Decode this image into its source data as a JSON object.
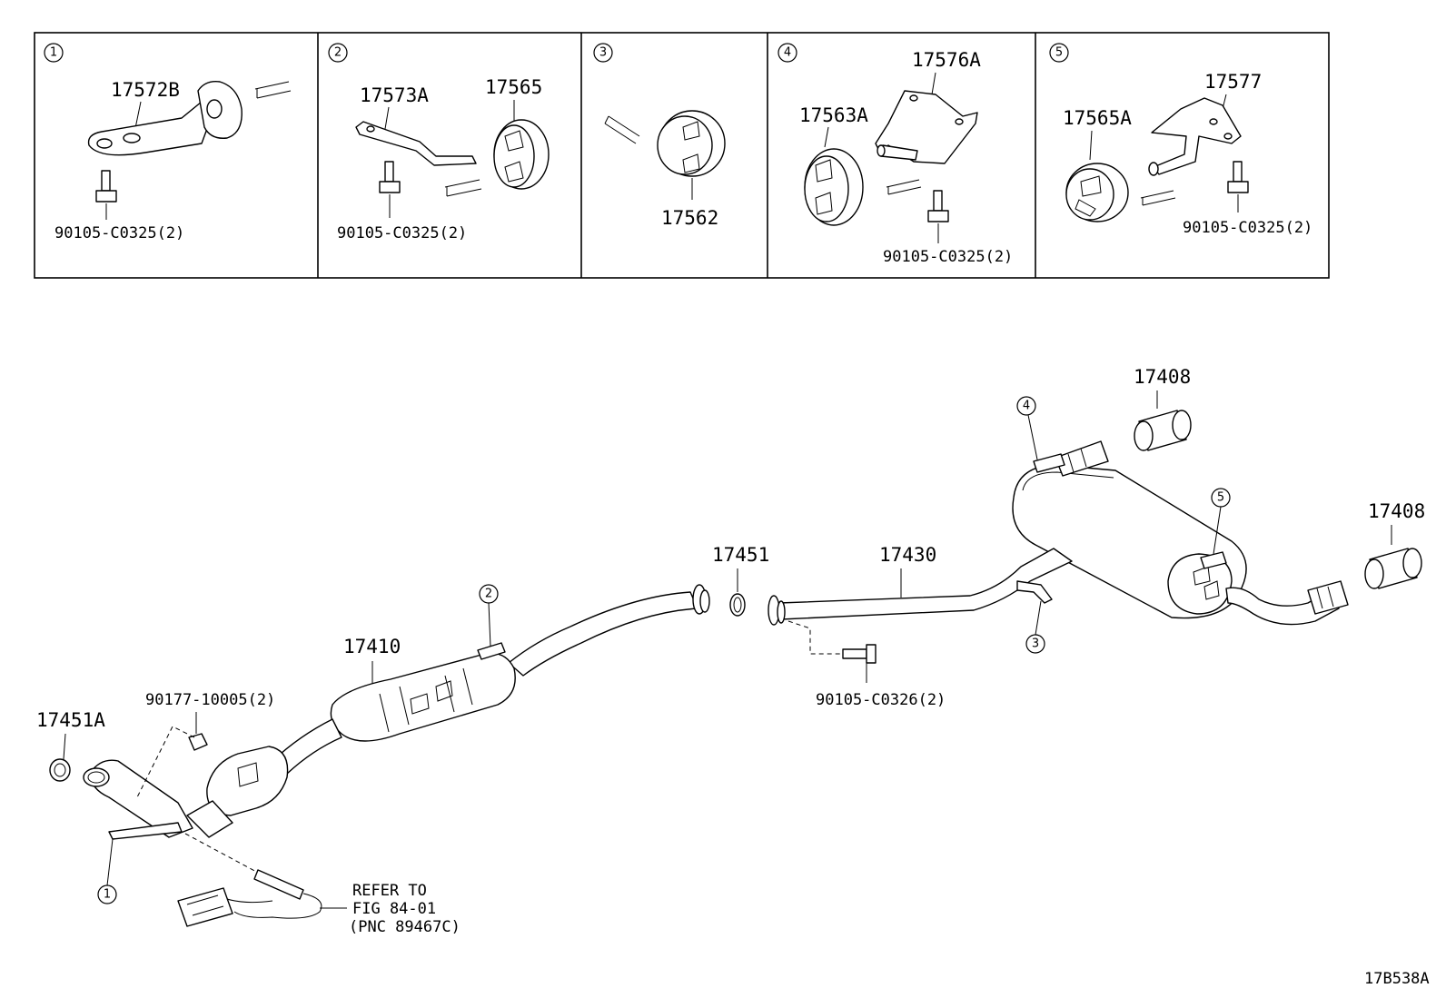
{
  "figure_code": "17B538A",
  "insets": [
    {
      "number": "1",
      "parts": [
        "17572B",
        "90105-C0325(2)"
      ]
    },
    {
      "number": "2",
      "parts": [
        "17573A",
        "17565",
        "90105-C0325(2)"
      ]
    },
    {
      "number": "3",
      "parts": [
        "17562"
      ]
    },
    {
      "number": "4",
      "parts": [
        "17576A",
        "17563A",
        "90105-C0325(2)"
      ]
    },
    {
      "number": "5",
      "parts": [
        "17577",
        "17565A",
        "90105-C0325(2)"
      ]
    }
  ],
  "main": {
    "part_labels": {
      "p17408_top": "17408",
      "p17408_right": "17408",
      "p17451": "17451",
      "p17430": "17430",
      "p17410": "17410",
      "p90177": "90177-10005(2)",
      "p17451A": "17451A",
      "p90105_c0326": "90105-C0326(2)"
    },
    "callouts": [
      "4",
      "5",
      "2",
      "3",
      "1"
    ],
    "reference_note": [
      "REFER TO",
      "FIG 84-01",
      "(PNC 89467C)"
    ]
  }
}
